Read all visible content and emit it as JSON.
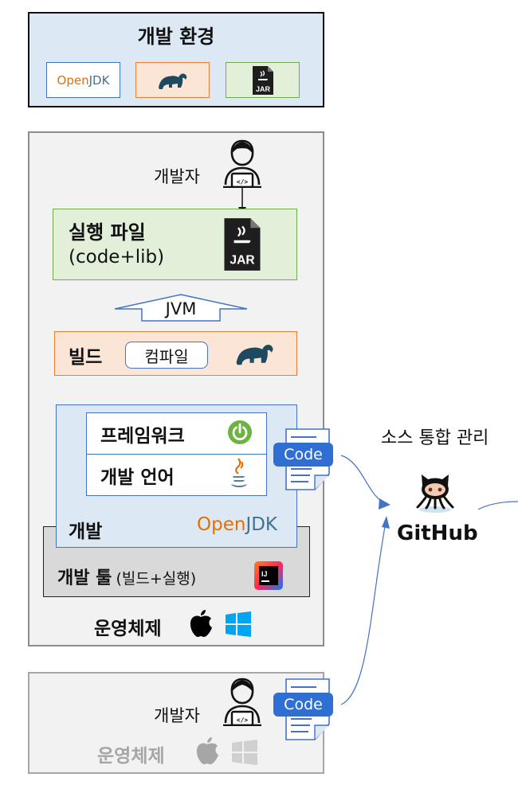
{
  "environment": {
    "title": "개발 환경",
    "openjdk_logo": {
      "open": "Open",
      "jdk": "JDK"
    },
    "jar_icon_label": "JAR"
  },
  "developer": {
    "label": "개발자"
  },
  "executable": {
    "title": "실행 파일",
    "subtitle": "(code+lib)",
    "jar_label": "JAR"
  },
  "jvm_label": "JVM",
  "build": {
    "label": "빌드",
    "pill": "컴파일"
  },
  "dev_stack": {
    "framework": "프레임워크",
    "language": "개발 언어",
    "dev_label": "개발",
    "openjdk_logo": {
      "open": "Open",
      "jdk": "JDK"
    }
  },
  "tool": {
    "label": "개발 툴",
    "sub": "(빌드+실행)",
    "ide_label": "IJ"
  },
  "os": {
    "label": "운영체제"
  },
  "code_badge": "Code",
  "source_control": {
    "title": "소스 통합 관리",
    "logo_text": "GitHub"
  },
  "developer2": {
    "label": "개발자"
  },
  "os2": {
    "label": "운영체제"
  },
  "colors": {
    "openjdk_open": "#e76f00",
    "openjdk_jdk": "#437291",
    "code_blue": "#2f6fd4",
    "spring_green": "#6db33f"
  }
}
